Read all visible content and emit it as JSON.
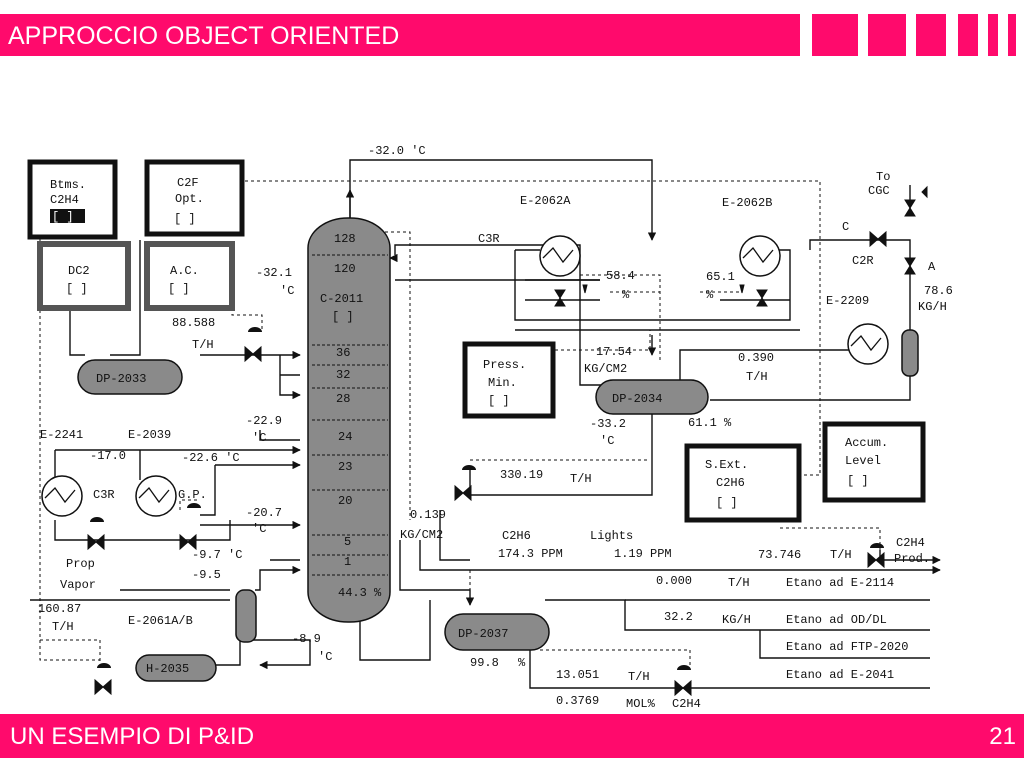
{
  "header": {
    "title": "APPROCCIO OBJECT ORIENTED"
  },
  "footer": {
    "title": "UN ESEMPIO DI P&ID",
    "page": "21"
  },
  "colors": {
    "accent": "#ff0a6c",
    "equipment_fill": "#8a8a8a"
  },
  "panels": {
    "btms": [
      "Btms.",
      "C2H4",
      "[ ]"
    ],
    "c2f": [
      "C2F",
      "Opt.",
      "[ ]"
    ],
    "dc2": [
      "DC2",
      "[ ]"
    ],
    "ac": [
      "A.C.",
      "[ ]"
    ],
    "press": [
      "Press.",
      "Min.",
      "[ ]"
    ],
    "sext": [
      "S.Ext.",
      "C2H6",
      "[ ]"
    ],
    "accum": [
      "Accum.",
      "Level",
      "[ ]"
    ]
  },
  "column": {
    "tag": "C-2011",
    "tag_bracket": "[ ]",
    "trays": [
      "128",
      "120",
      "36",
      "32",
      "28",
      "24",
      "23",
      "20",
      "5",
      "1",
      "44.3 %"
    ]
  },
  "equipment": {
    "e2062a": "E-2062A",
    "e2062b": "E-2062B",
    "c3r_top": "C3R",
    "e2209": "E-2209",
    "c2r": "C2R",
    "e2241": "E-2241",
    "e2039": "E-2039",
    "c3r_low": "C3R",
    "gp": "G.P.",
    "e2061": "E-2061A/B",
    "dp2033": "DP-2033",
    "dp2034": "DP-2034",
    "dp2037": "DP-2037",
    "h2035": "H-2035"
  },
  "labels": {
    "top_temp": "-32.0 'C",
    "t_321": "-32.1",
    "t_321_unit": "'C",
    "flow_88": "88.588",
    "flow_88_unit": "T/H",
    "t_229": "-22.9",
    "t_229_unit": "'C",
    "t_170": "-17.0",
    "t_226": "-22.6 'C",
    "t_207": "-20.7",
    "t_207_unit": "'C",
    "t_97": "-9.7 'C",
    "t_95": "-9.5",
    "prop": "Prop",
    "vapor": "Vapor",
    "flow_160": "160.87",
    "flow_160_unit": "T/H",
    "t_89": "-8.9",
    "t_89_unit": "'C",
    "v_584": "58.4",
    "v_651": "65.1",
    "pct_a": "%",
    "pct_b": "%",
    "press_val": "17.54",
    "press_unit": "KG/CM2",
    "t_332": "-33.2",
    "t_332_unit": "'C",
    "pct_611": "61.1 %",
    "flow_330": "330.19",
    "flow_330_unit": "T/H",
    "flow_0390": "0.390",
    "flow_0390_unit": "T/H",
    "to_cgc_1": "To",
    "to_cgc_2": "CGC",
    "valve_c": "C",
    "valve_a": "A",
    "kg_786": "78.6",
    "kg_786_unit": "KG/H",
    "d_139": "0.139",
    "d_139_unit": "KG/CM2",
    "c2h6": "C2H6",
    "c2h6_val": "174.3 PPM",
    "lights": "Lights",
    "lights_val": "1.19 PPM",
    "flow_73746": "73.746",
    "flow_73746_unit": "T/H",
    "c2h4_prod_1": "C2H4",
    "c2h4_prod_2": "Prod.",
    "flow_000": "0.000",
    "flow_000_unit": "T/H",
    "etano_2114": "Etano ad E-2114",
    "flow_322": "32.2",
    "flow_322_unit": "KG/H",
    "etano_oddl": "Etano ad OD/DL",
    "etano_ftp": "Etano ad FTP-2020",
    "pct_998": "99.8",
    "pct_998_unit": "%",
    "flow_13051": "13.051",
    "flow_13051_unit": "T/H",
    "etano_2041": "Etano ad E-2041",
    "mol_3769": "0.3769",
    "mol_unit": "MOL%",
    "mol_c2h4": "C2H4"
  }
}
